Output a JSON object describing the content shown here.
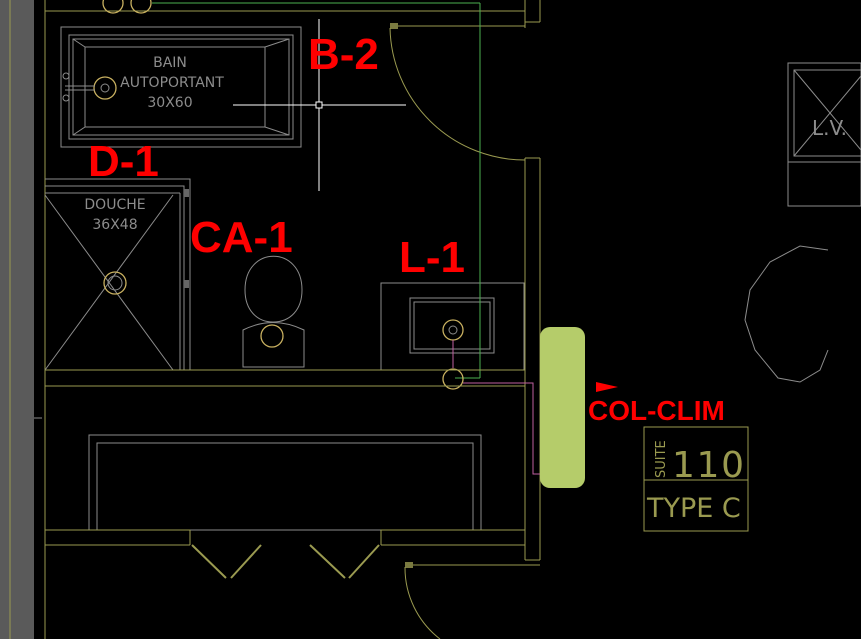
{
  "drawing": {
    "tags": {
      "bath": "B-2",
      "shower": "D-1",
      "toilet": "CA-1",
      "sink": "L-1",
      "column": "COL-CLIM"
    },
    "fixtures": {
      "bath_line1": "BAIN",
      "bath_line2": "AUTOPORTANT",
      "bath_line3": "30X60",
      "shower_line1": "DOUCHE",
      "shower_line2": "36X48",
      "lv_label": "L.V."
    },
    "suite_tag": {
      "label": "SUITE",
      "number": "110",
      "type": "TYPE C"
    },
    "colors": {
      "background": "#000000",
      "tag_red": "#ff0000",
      "column_fill": "#b5cc6a",
      "water_line": "#4caf50",
      "duct_line": "#c060a0"
    }
  }
}
